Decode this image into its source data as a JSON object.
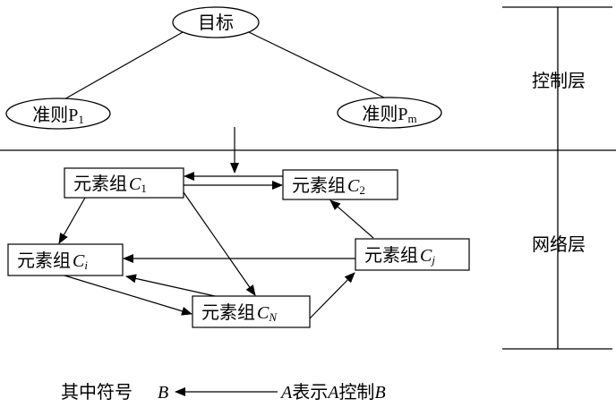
{
  "goal": "目标",
  "criterion_1": {
    "text": "准则",
    "var": "P",
    "sub": "1"
  },
  "criterion_m": {
    "text": "准则",
    "var": "P",
    "sub": "m"
  },
  "control_layer": "控制层",
  "network_layer": "网络层",
  "elements": {
    "c1": {
      "text": "元素组",
      "var": "C",
      "sub": "1"
    },
    "c2": {
      "text": "元素组",
      "var": "C",
      "sub": "2"
    },
    "ci": {
      "text": "元素组",
      "var": "C",
      "sub": "i"
    },
    "cj": {
      "text": "元素组",
      "var": "C",
      "sub": "j"
    },
    "cn": {
      "text": "元素组",
      "var": "C",
      "sub": "N"
    }
  },
  "legend": {
    "prefix": "其中符号",
    "b": "B",
    "a1": "A",
    "middle": "表示",
    "a2": "A",
    "control": "控制",
    "b2": "B"
  }
}
